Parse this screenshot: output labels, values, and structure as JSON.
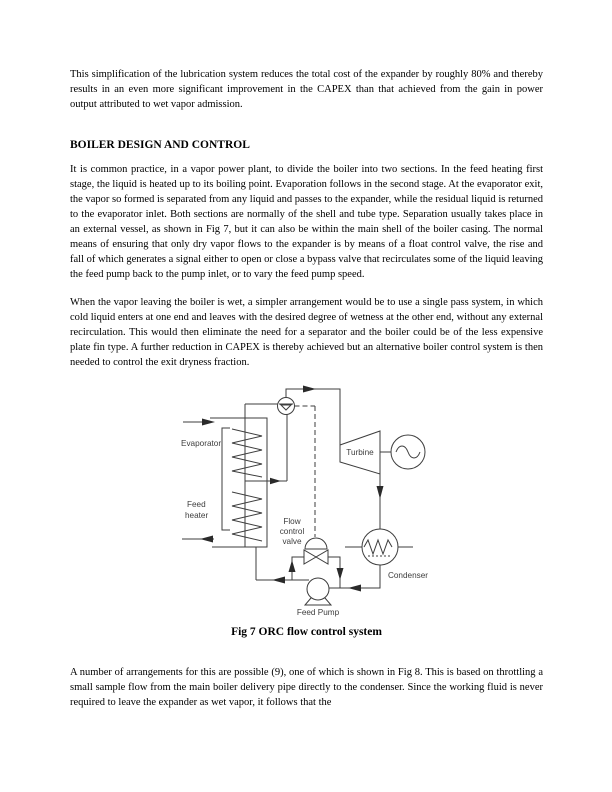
{
  "page": {
    "paragraph_1": "This simplification of the lubrication system reduces the total cost of the expander by roughly 80% and thereby results in an even more significant improvement in the CAPEX than that achieved from the gain in power output attributed to wet vapor admission.",
    "section_heading": "BOILER DESIGN AND CONTROL",
    "paragraph_2": "It is common practice, in a vapor power plant, to divide the boiler into two sections. In the feed heating first stage, the liquid is heated up to its boiling point. Evaporation follows in the second stage. At the evaporator exit, the vapor so formed is separated from any liquid and passes to the expander, while the residual liquid is returned to the evaporator inlet. Both sections are normally of the shell and tube type. Separation usually takes place in an external vessel, as shown in Fig 7, but it can also be within the main shell of the boiler casing. The normal means of ensuring that only dry vapor flows to the expander is by means of a float control valve, the rise and fall of which generates a signal either to open or close a bypass valve that recirculates some of the liquid leaving the feed pump back to the pump inlet, or to vary the feed pump speed.",
    "paragraph_3": "When the vapor leaving the boiler is wet, a simpler arrangement would be to use a single pass system, in which cold liquid enters at one end and leaves with the desired degree of wetness at the other end, without any external recirculation. This would then eliminate the need for a separator and the boiler could be of the less expensive plate fin type. A further reduction in CAPEX is thereby achieved but an alternative boiler control system is then needed to control the exit dryness fraction.",
    "paragraph_4": "A number of arrangements for this are possible (9), one of which is shown in Fig 8. This is based on throttling a small sample flow from the main boiler delivery pipe directly to the condenser. Since the working fluid is never required to leave the expander as wet vapor, it follows that the"
  },
  "figure": {
    "caption": "Fig 7 ORC flow control system",
    "labels": {
      "evaporator": "Evaporator",
      "feed_heater_line1": "Feed",
      "feed_heater_line2": "heater",
      "turbine": "Turbine",
      "flow_control_valve_line1": "Flow",
      "flow_control_valve_line2": "control",
      "flow_control_valve_line3": "valve",
      "condenser": "Condenser",
      "feed_pump": "Feed Pump"
    }
  },
  "colors": {
    "background": "#ffffff",
    "body_text": "#000000",
    "diagram_line": "#3d3d3d",
    "arrowhead": "#2a2a2a"
  }
}
